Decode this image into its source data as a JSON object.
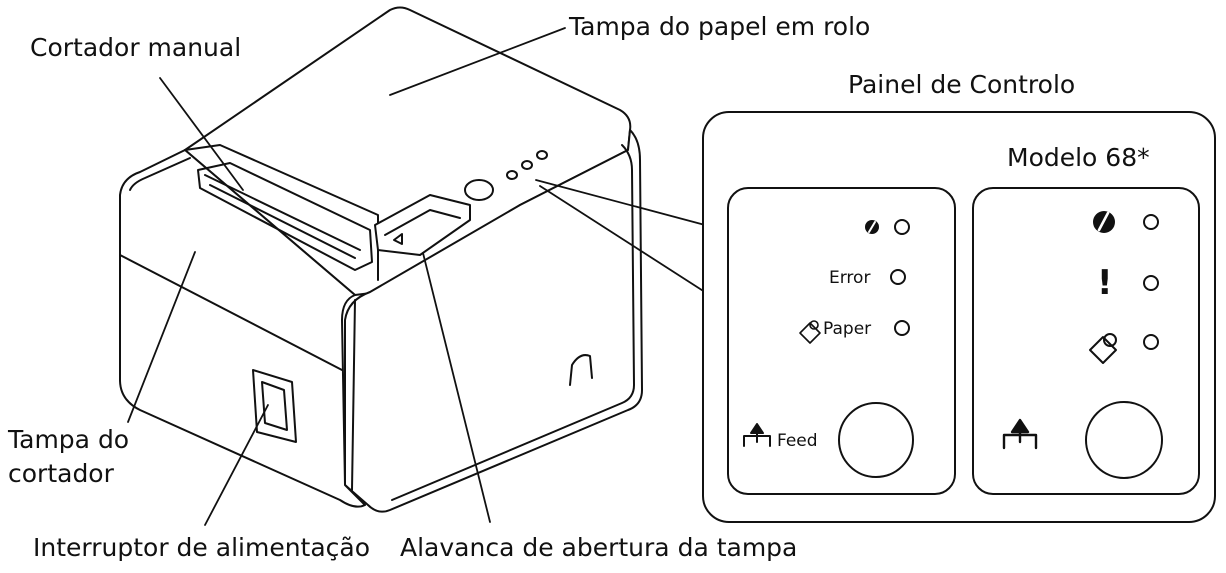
{
  "callouts": {
    "manual_cutter": "Cortador manual",
    "roll_paper_cover": "Tampa do papel em rolo",
    "cutter_cover_line1": "Tampa do",
    "cutter_cover_line2": "cortador",
    "power_switch": "Interruptor de alimentação",
    "cover_open_lever": "Alavanca de abertura da tampa"
  },
  "control_panel": {
    "title": "Painel de Controlo",
    "model_label": "Modelo 68*",
    "standard": {
      "indicators": [
        "power-icon",
        "Error",
        "Paper"
      ],
      "error_label": "Error",
      "paper_label": "Paper",
      "feed_label": "Feed"
    },
    "model68": {
      "indicators": [
        "power-icon",
        "exclamation-icon",
        "paper-icon"
      ],
      "exclamation": "!"
    }
  }
}
